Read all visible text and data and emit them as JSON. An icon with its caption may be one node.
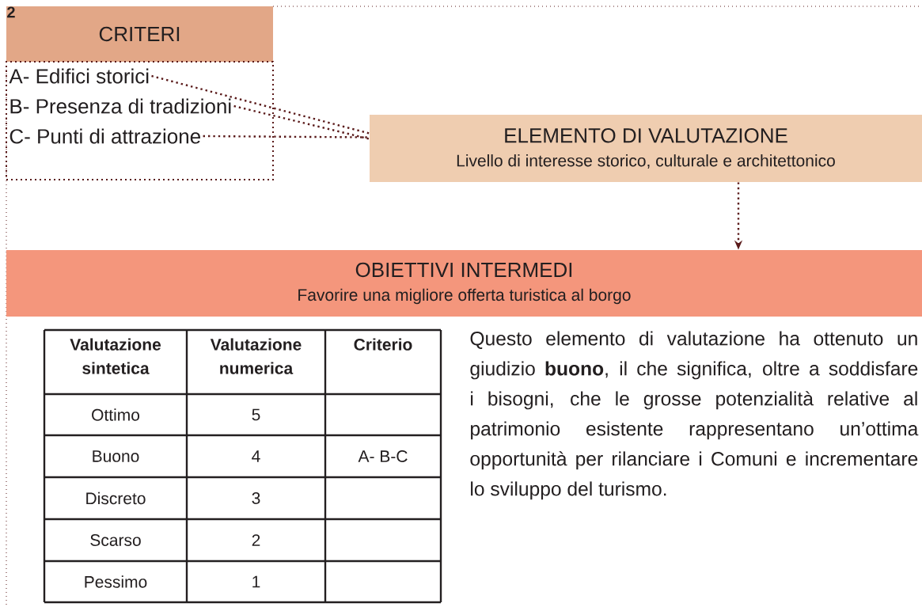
{
  "diagram": {
    "nodes": [
      {
        "text": [
          "CRITERI"
        ]
      },
      {
        "text": [],
        "shape": "box"
      },
      {
        "text": [
          "A- Edifici storici"
        ],
        "in": 1
      },
      {
        "text": [
          "B- Presenza di tradizioni"
        ],
        "in": 1
      },
      {
        "text": [
          "C- Punti di attrazione"
        ],
        "in": 1
      },
      {
        "text": [
          "ELEMENTO DI VALUTAZIONE",
          "Livello di interesse storico, culturale e architettonico"
        ]
      },
      {
        "text": [
          "OBIETTIVI INTERMEDI",
          "Favorire una migliore offerta turistica al borgo"
        ]
      }
    ],
    "edges": [
      {
        "from": 2,
        "to": 5,
        "arrow": "none"
      },
      {
        "from": 3,
        "to": 5,
        "arrow": "none"
      },
      {
        "from": 4,
        "to": 5,
        "arrow": "none"
      },
      {
        "from": 5,
        "to": 6,
        "arrow": "to"
      }
    ],
    "labels": [
      "2",
      "Valutazione sintetica",
      "Valutazione numerica",
      "Criterio",
      "Ottimo",
      "5",
      "Buono",
      "4",
      "A- B-C",
      "Discreto",
      "3",
      "Scarso",
      "2",
      "Pessimo",
      "1",
      "Questo elemento di valutazione ha ottenuto un giudizio **buono**, il che significa, oltre a soddisfare i bisogni, che le grosse potenzialità relative al patrimonio esistente rappresentano un’ottima opportunità per rilanciare i Comuni e incrementare lo sviluppo del turismo."
    ]
  }
}
